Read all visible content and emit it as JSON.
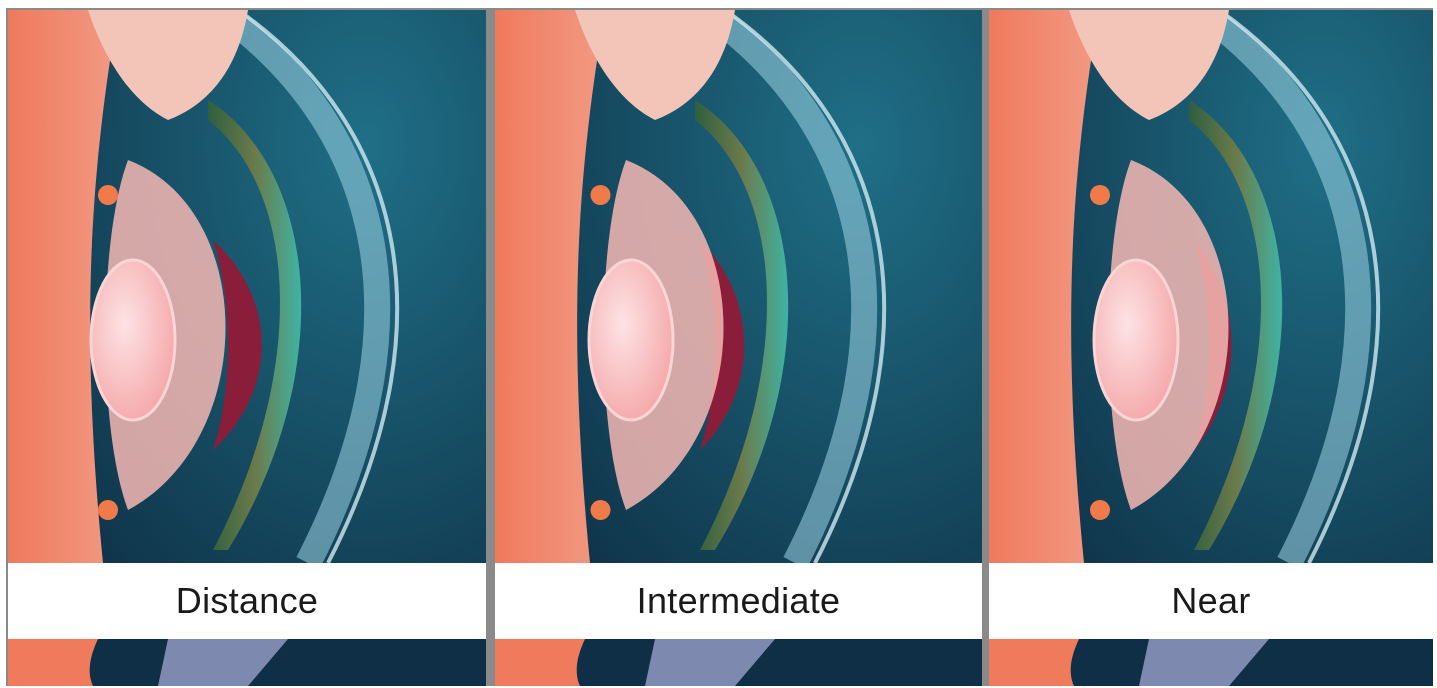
{
  "panels": [
    {
      "id": "distance",
      "label": "Distance",
      "lens_shift": 0,
      "pupil": 1.0
    },
    {
      "id": "intermediate",
      "label": "Intermediate",
      "lens_shift": 0.5,
      "pupil": 0.8
    },
    {
      "id": "near",
      "label": "Near",
      "lens_shift": 1.0,
      "pupil": 0.5
    }
  ],
  "colors": {
    "background_teal": "#1f6f86",
    "background_dark": "#0e2f45",
    "vitreous": "#ef7a5c",
    "iris_green": "#3fb3a3",
    "iris_dark": "#2f5f3f",
    "pupil": "#8a1e3a",
    "lens": "#f4a3a6",
    "cornea": "#9fd3e6",
    "label_bg": "#ffffff"
  }
}
